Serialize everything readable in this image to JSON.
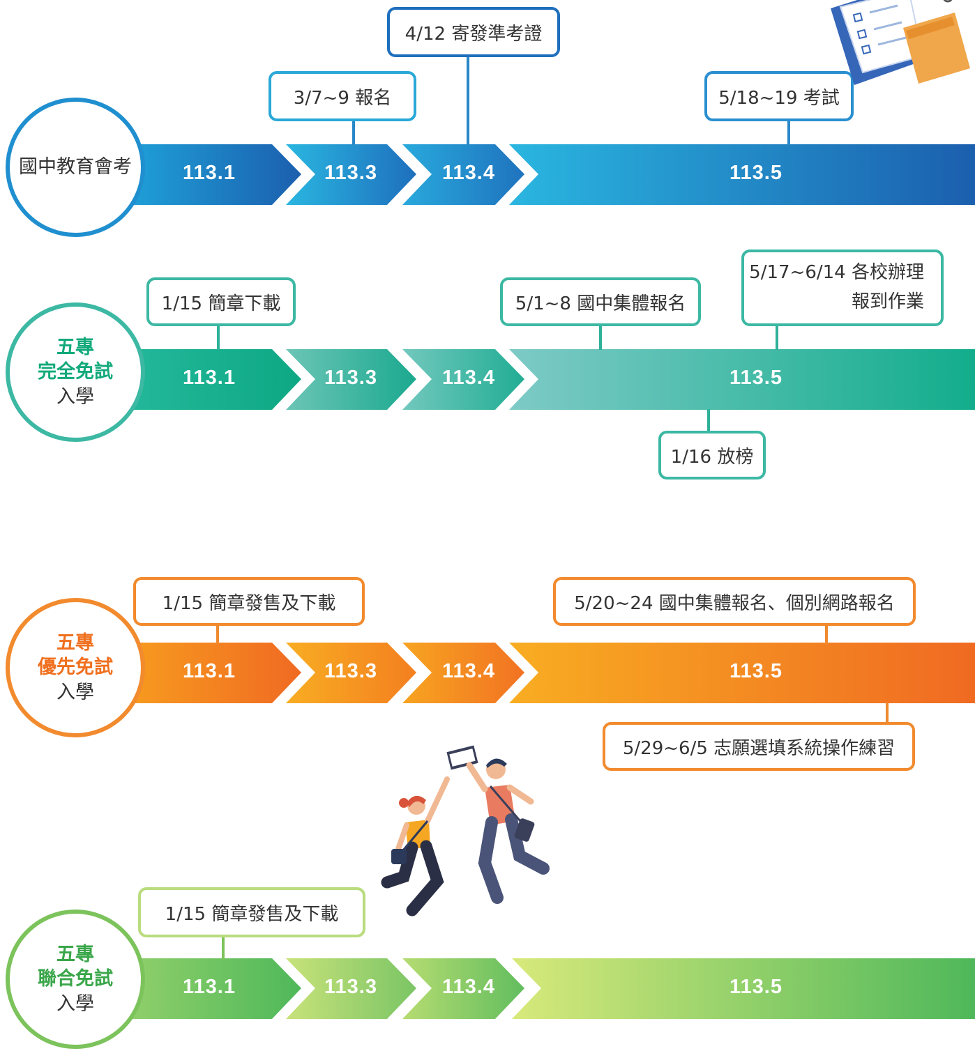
{
  "rows": [
    {
      "id": "cap",
      "label_lines": [
        {
          "text": "國中教育會考",
          "color": "#333333"
        }
      ],
      "circle_color": "#1e73be",
      "segments": [
        "113.1",
        "113.3",
        "113.4",
        "113.5"
      ],
      "grad": [
        [
          "#1b5fae",
          "#2aa8d8"
        ],
        [
          "#1fa8dc",
          "#1e6fbd"
        ],
        [
          "#2a9bd4",
          "#1f73be"
        ],
        [
          "#2ab6e0",
          "#1b5fae"
        ]
      ],
      "boxes": [
        {
          "text": "3/7~9 報名"
        },
        {
          "text": "4/12 寄發準考證"
        },
        {
          "text": "5/18~19 考試"
        }
      ]
    },
    {
      "id": "full",
      "label_lines": [
        {
          "text": "五專",
          "color": "#12a97b"
        },
        {
          "text": "完全免試",
          "color": "#12a97b"
        },
        {
          "text": "入學",
          "color": "#333333"
        }
      ],
      "circle_color": "#3cb8a3",
      "segments": [
        "113.1",
        "113.3",
        "113.4",
        "113.5"
      ],
      "grad": [
        [
          "#1fb8a0",
          "#0fa884"
        ],
        [
          "#5cc2b0",
          "#1fa990"
        ],
        [
          "#6cc7bb",
          "#22ae93"
        ],
        [
          "#7cc9c4",
          "#10ad8a"
        ]
      ],
      "boxes": [
        {
          "text": "1/15 簡章下載"
        },
        {
          "text": "5/1~8 國中集體報名"
        },
        {
          "lines": [
            "5/17~6/14 各校辦理",
            "報到作業"
          ]
        },
        {
          "text": "1/16 放榜"
        }
      ]
    },
    {
      "id": "priority",
      "label_lines": [
        {
          "text": "五專",
          "color": "#f0701f"
        },
        {
          "text": "優先免試",
          "color": "#f0701f"
        },
        {
          "text": "入學",
          "color": "#333333"
        }
      ],
      "circle_color": "#f28a2e",
      "segments": [
        "113.1",
        "113.3",
        "113.4",
        "113.5"
      ],
      "grad": [
        [
          "#f59a1f",
          "#f06a22"
        ],
        [
          "#f7a820",
          "#f47f20"
        ],
        [
          "#f6a021",
          "#f27322"
        ],
        [
          "#f8ad22",
          "#f06a22"
        ]
      ],
      "boxes": [
        {
          "text": "1/15 簡章發售及下載"
        },
        {
          "text": "5/20~24 國中集體報名、個別網路報名"
        },
        {
          "text": "5/29~6/5 志願選填系統操作練習"
        }
      ]
    },
    {
      "id": "joint",
      "label_lines": [
        {
          "text": "五專",
          "color": "#3aa64a"
        },
        {
          "text": "聯合免試",
          "color": "#3aa64a"
        },
        {
          "text": "入學",
          "color": "#333333"
        }
      ],
      "circle_color": "#6cc35c",
      "segments": [
        "113.1",
        "113.3",
        "113.4",
        "113.5"
      ],
      "grad": [
        [
          "#4fb85a",
          "#8fcf6a"
        ],
        [
          "#c8e27a",
          "#7bc565"
        ],
        [
          "#a9d86f",
          "#62bd5e"
        ],
        [
          "#d6e77a",
          "#4fb85a"
        ]
      ],
      "boxes": [
        {
          "text": "1/15 簡章發售及下載"
        }
      ]
    }
  ],
  "colors": {
    "cap_border": "#2aa8d8",
    "full_border": "#3cb8a3",
    "priority_border": "#f28a2e",
    "joint_border": "#a9d56a"
  },
  "decorations": [
    "exam-paper-notebook-illustration",
    "students-high-five-illustration"
  ]
}
